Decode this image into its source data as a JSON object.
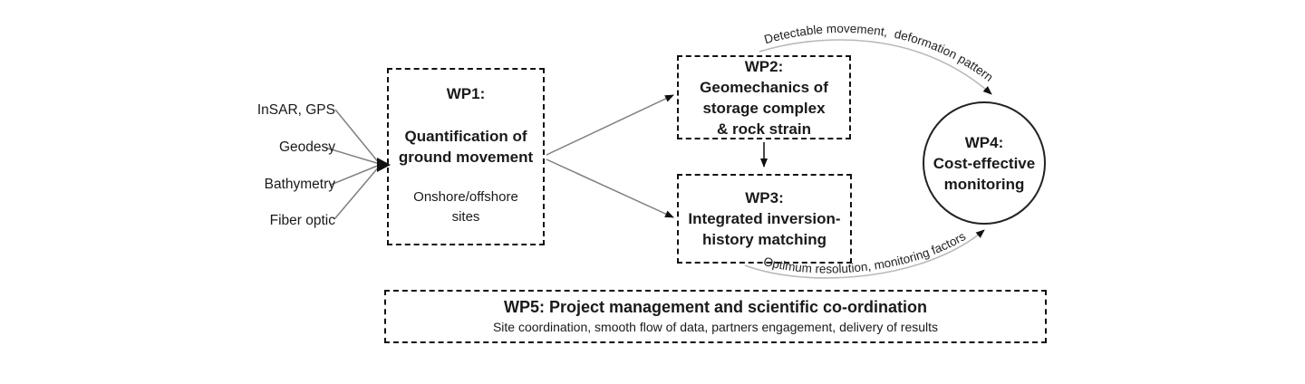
{
  "inputs": {
    "items": [
      {
        "label": "InSAR, GPS"
      },
      {
        "label": "Geodesy"
      },
      {
        "label": "Bathymetry"
      },
      {
        "label": "Fiber optic"
      }
    ]
  },
  "wp1": {
    "heading": "WP1:",
    "body_lines": [
      "Quantification of",
      "ground movement"
    ],
    "note_lines": [
      "Onshore/offshore",
      "sites"
    ]
  },
  "wp2": {
    "heading": "WP2:",
    "body_lines": [
      "Geomechanics of",
      "storage complex",
      "& rock strain"
    ]
  },
  "wp3": {
    "heading": "WP3:",
    "body_lines": [
      "Integrated inversion-",
      "history matching"
    ]
  },
  "wp4": {
    "heading": "WP4:",
    "body_lines": [
      "Cost-effective",
      "monitoring"
    ]
  },
  "wp5": {
    "title": "WP5: Project management and scientific co-ordination",
    "subtitle": "Site coordination, smooth flow of data, partners engagement, delivery of results"
  },
  "annotations": {
    "wp2_to_wp4": "Detectable movement,  deformation pattern",
    "wp3_to_wp4": "Optimum resolution, monitoring factors"
  },
  "colors": {
    "ink": "#1a1a1a",
    "border": "#111111",
    "connector_gray": "#7f7f7f",
    "arc_gray": "#b9b9b9",
    "arrowhead": "#111111"
  }
}
